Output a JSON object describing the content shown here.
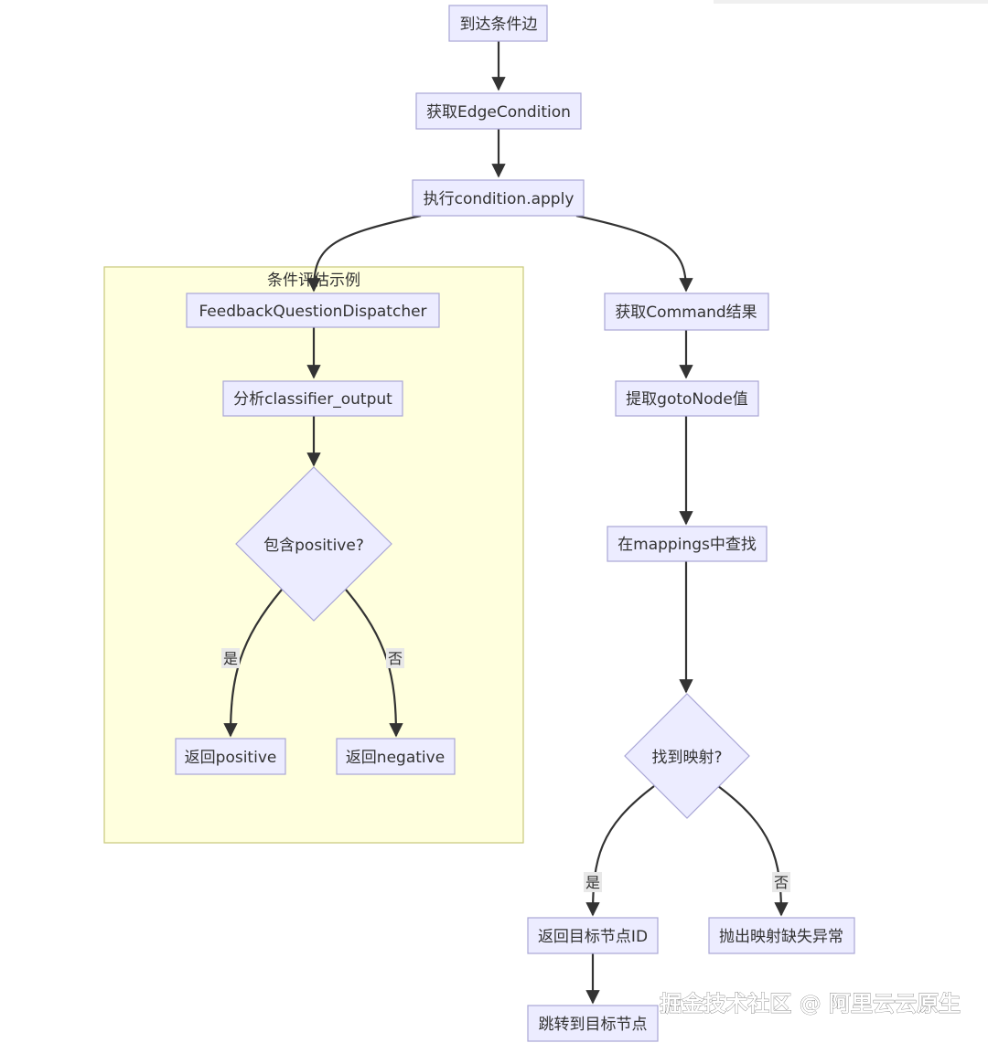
{
  "cluster": {
    "title": "条件评估示例"
  },
  "nodes": {
    "arrive": "到达条件边",
    "get_condition": "获取EdgeCondition",
    "apply": "执行condition.apply",
    "dispatcher": "FeedbackQuestionDispatcher",
    "analyze": "分析classifier_output",
    "contains_positive": "包含positive?",
    "return_positive": "返回positive",
    "return_negative": "返回negative",
    "get_command": "获取Command结果",
    "extract_goto": "提取gotoNode值",
    "find_mappings": "在mappings中查找",
    "found_mapping": "找到映射?",
    "return_target_id": "返回目标节点ID",
    "throw_exception": "抛出映射缺失异常",
    "jump_target": "跳转到目标节点"
  },
  "edge_labels": {
    "positive_yes": "是",
    "positive_no": "否",
    "mapping_yes": "是",
    "mapping_no": "否"
  },
  "watermark": "掘金技术社区 @ 阿里云云原生"
}
